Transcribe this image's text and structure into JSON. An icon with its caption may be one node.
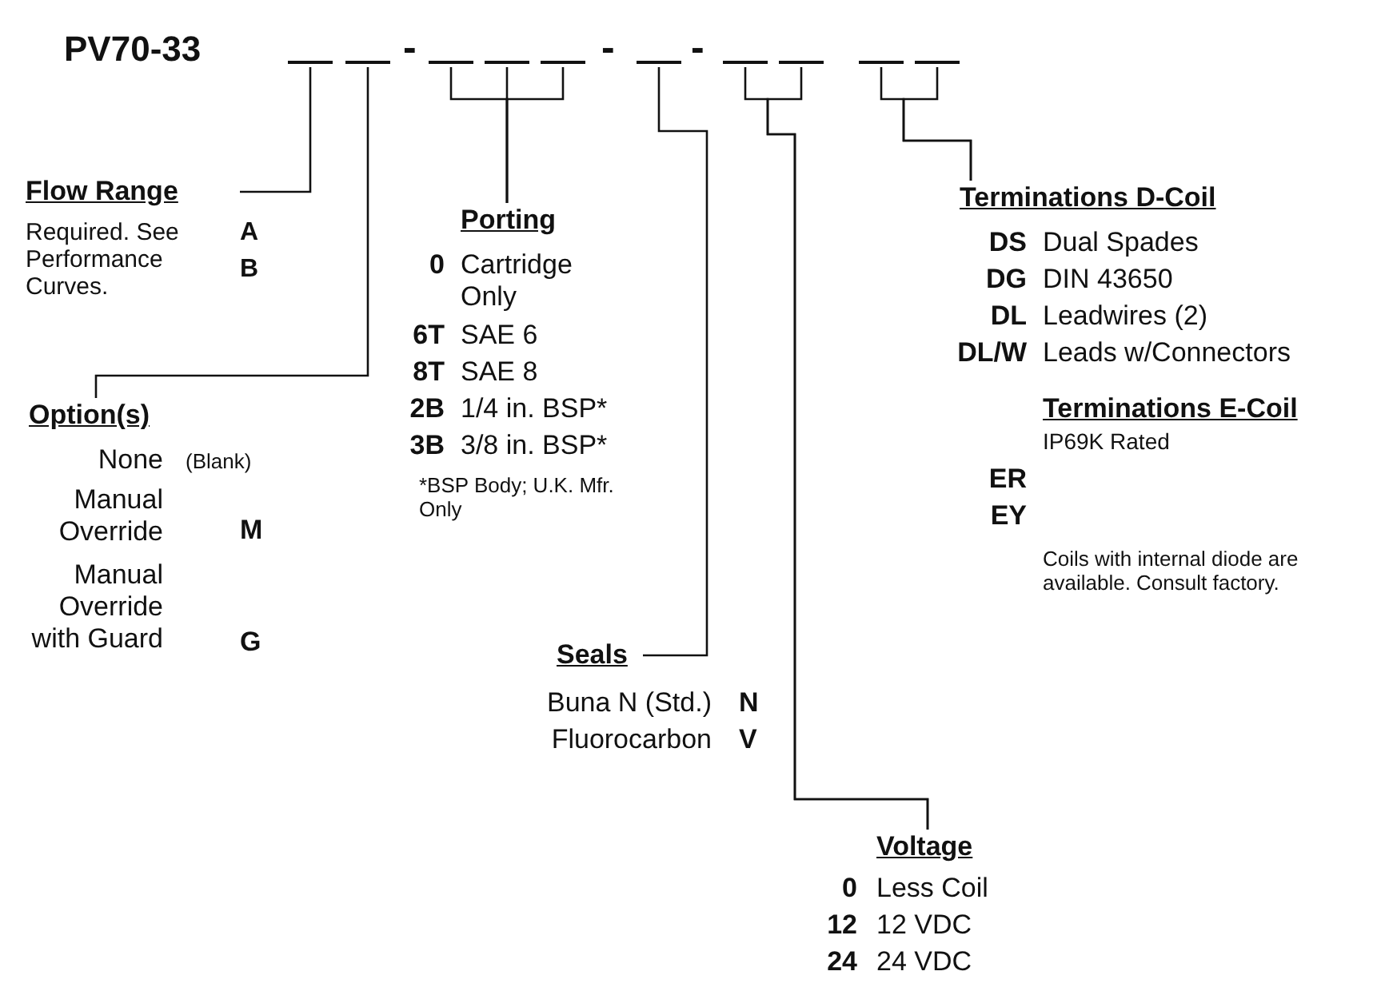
{
  "diagram": {
    "nodes": [
      {
        "text": [],
        "shape": "bar"
      },
      {
        "text": [],
        "shape": "bar"
      },
      {
        "text": [],
        "shape": "bar"
      },
      {
        "text": [],
        "shape": "bar"
      },
      {
        "text": [],
        "shape": "bar"
      },
      {
        "text": [],
        "shape": "bar"
      },
      {
        "text": [],
        "shape": "bar"
      },
      {
        "text": [],
        "shape": "bar"
      },
      {
        "text": [],
        "shape": "bar"
      },
      {
        "text": [],
        "shape": "bar"
      },
      {
        "text": [
          "Flow Range"
        ]
      },
      {
        "text": [
          "Option(s)"
        ]
      },
      {
        "text": [
          "Porting"
        ]
      },
      {
        "text": [
          "Seals"
        ]
      },
      {
        "text": [
          "Voltage"
        ]
      },
      {
        "text": [
          "Terminations D-Coil"
        ]
      }
    ],
    "edges": [
      {
        "from": 0,
        "to": 10,
        "arrow": "none"
      },
      {
        "from": 1,
        "to": 11,
        "arrow": "none"
      },
      {
        "from": 2,
        "to": 12,
        "arrow": "none"
      },
      {
        "from": 3,
        "to": 12,
        "arrow": "none"
      },
      {
        "from": 4,
        "to": 12,
        "arrow": "none"
      },
      {
        "from": 5,
        "to": 13,
        "arrow": "none"
      },
      {
        "from": 6,
        "to": 14,
        "arrow": "none"
      },
      {
        "from": 7,
        "to": 14,
        "arrow": "none"
      },
      {
        "from": 8,
        "to": 15,
        "arrow": "none"
      },
      {
        "from": 9,
        "to": 15,
        "arrow": "none"
      }
    ],
    "labels": [
      "PV70-33",
      "-",
      "-",
      "-",
      "Required. See Performance Curves.",
      "A",
      "B",
      "0",
      "Cartridge Only",
      "6T",
      "SAE 6",
      "8T",
      "SAE 8",
      "2B",
      "1/4 in. BSP*",
      "3B",
      "3/8 in. BSP*",
      "*BSP Body; U.K. Mfr. Only",
      "DS",
      "Dual Spades",
      "DG",
      "DIN 43650",
      "DL",
      "Leadwires (2)",
      "DL/W",
      "Leads w/Connectors",
      "Terminations E-Coil",
      "IP69K Rated",
      "ER",
      "EY",
      "Coils with internal diode are available. Consult factory.",
      "None",
      "(Blank)",
      "Manual Override",
      "M",
      "Manual Override with Guard",
      "G",
      "Buna N (Std.)",
      "N",
      "Fluorocarbon",
      "V",
      "0",
      "Less Coil",
      "12",
      "12 VDC",
      "24",
      "24 VDC"
    ]
  }
}
